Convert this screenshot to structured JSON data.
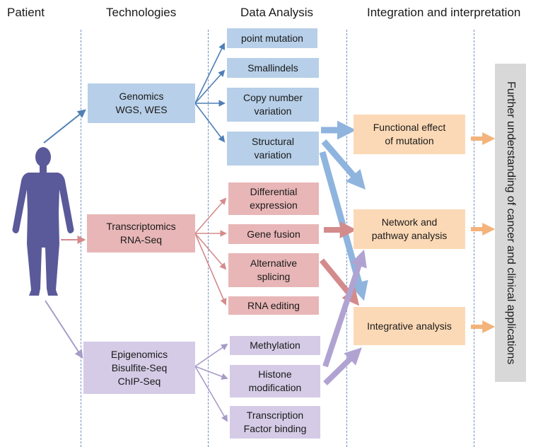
{
  "headers": {
    "patient": "Patient",
    "technologies": "Technologies",
    "data_analysis": "Data Analysis",
    "integration": "Integration and interpretation"
  },
  "technologies": {
    "genomics": "Genomics\nWGS, WES",
    "transcriptomics": "Transcriptomics\nRNA-Seq",
    "epigenomics": "Epigenomics\nBisulfite-Seq\nChIP-Seq"
  },
  "analysis": {
    "point_mutation": "point mutation",
    "smallindels": "Smallindels",
    "copy_number": "Copy number\nvariation",
    "structural": "Structural\nvariation",
    "differential": "Differential\nexpression",
    "gene_fusion": "Gene fusion",
    "alt_splicing": "Alternative\nsplicing",
    "rna_editing": "RNA editing",
    "methylation": "Methylation",
    "histone": "Histone\nmodification",
    "tf_binding": "Transcription\nFactor binding"
  },
  "integration": {
    "functional": "Functional effect\nof mutation",
    "network": "Network and\npathway analysis",
    "integrative": "Integrative analysis"
  },
  "further": "Further understanding of cancer and clinical applications",
  "colors": {
    "genomics": "#b7cfe8",
    "genomics_arrow": "#4f7fb5",
    "transcriptomics": "#e8b6b7",
    "transcriptomics_arrow": "#d48b8c",
    "epigenomics": "#d5cbe6",
    "epigenomics_arrow": "#a89bc8",
    "integration": "#fcd9b6",
    "integration_arrow": "#f3b37a",
    "further": "#d8d8d8",
    "patient": "#5a5a9a"
  }
}
